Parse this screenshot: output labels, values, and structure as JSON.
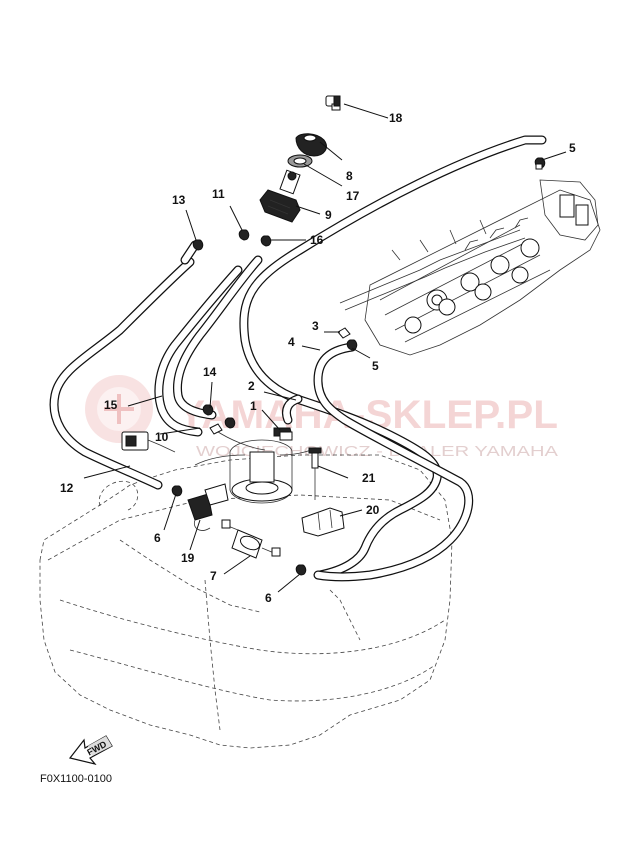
{
  "diagram_code": "F0X1100-0100",
  "fwd_label": "FWD",
  "watermark": {
    "main": "YAMAHA-SKLEP.PL",
    "sub": "WOJCIECHOWICZ - DEALER YAMAHA"
  },
  "labels": {
    "p1": "1",
    "p2": "2",
    "p3": "3",
    "p4": "4",
    "p5a": "5",
    "p5b": "5",
    "p6a": "6",
    "p6b": "6",
    "p7": "7",
    "p8": "8",
    "p9": "9",
    "p10": "10",
    "p11": "11",
    "p12": "12",
    "p13": "13",
    "p14": "14",
    "p15": "15",
    "p16": "16",
    "p17": "17",
    "p18": "18",
    "p19": "19",
    "p20": "20",
    "p21": "21"
  }
}
